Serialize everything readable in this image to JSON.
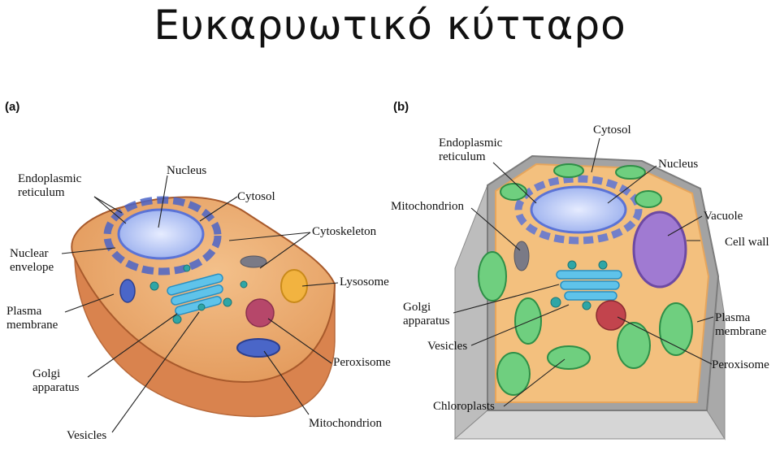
{
  "title": "Ευκαρυωτικό κύτταρο",
  "panel_a": {
    "label": "(a)",
    "labels": {
      "endoplasmic_reticulum": "Endoplasmic\nreticulum",
      "nucleus": "Nucleus",
      "cytosol": "Cytosol",
      "cytoskeleton": "Cytoskeleton",
      "nuclear_envelope": "Nuclear\nenvelope",
      "lysosome": "Lysosome",
      "plasma_membrane": "Plasma\nmembrane",
      "peroxisome": "Peroxisome",
      "golgi_apparatus": "Golgi\napparatus",
      "vesicles": "Vesicles",
      "mitochondrion": "Mitochondrion"
    }
  },
  "panel_b": {
    "label": "(b)",
    "labels": {
      "cytosol": "Cytosol",
      "endoplasmic_reticulum": "Endoplasmic\nreticulum",
      "nucleus": "Nucleus",
      "mitochondrion": "Mitochondrion",
      "vacuole": "Vacuole",
      "cell_wall": "Cell wall",
      "golgi_apparatus": "Golgi\napparatus",
      "plasma_membrane": "Plasma\nmembrane",
      "vesicles": "Vesicles",
      "peroxisome": "Peroxisome",
      "chloroplasts": "Chloroplasts"
    }
  }
}
